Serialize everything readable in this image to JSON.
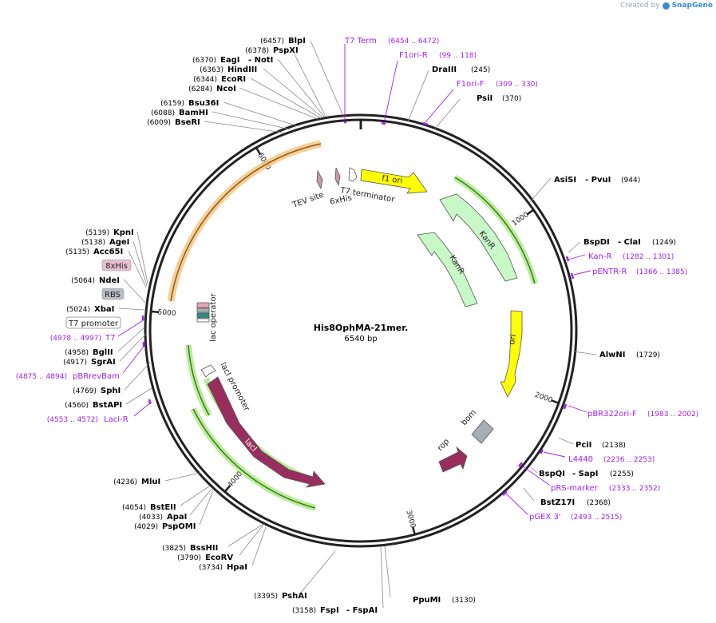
{
  "credit": {
    "prefix": "Created by",
    "brand": "SnapGene"
  },
  "plasmid": {
    "name": "His8OphMA-21mer.",
    "size_label": "6540 bp",
    "length": 6540
  },
  "colors": {
    "backbone": "#222222",
    "enzyme_text": "#000000",
    "primer": "#a020f0",
    "kanR": "#c8f7c8",
    "ori": "#ffff00",
    "lacI": "#992e5e",
    "rop": "#992e5e",
    "bom": "#a8acb4",
    "lacI_highlight": "#9ee07a",
    "orange_hl": "#f5a623"
  },
  "ruler": [
    {
      "bp": 1000,
      "label": "1000"
    },
    {
      "bp": 2000,
      "label": "2000"
    },
    {
      "bp": 3000,
      "label": "3000"
    },
    {
      "bp": 4000,
      "label": "4000"
    },
    {
      "bp": 5000,
      "label": "5000"
    },
    {
      "bp": 6000,
      "label": "6000"
    }
  ],
  "enzymes": [
    {
      "pos": "(6457)",
      "name": "BlpI"
    },
    {
      "pos": "(6378)",
      "name": "PspXI"
    },
    {
      "pos": "(6370)",
      "name": "EagI",
      "alt": "- NotI"
    },
    {
      "pos": "(6363)",
      "name": "HindIII"
    },
    {
      "pos": "(6344)",
      "name": "EcoRI"
    },
    {
      "pos": "(6284)",
      "name": "NcoI"
    },
    {
      "pos": "(6159)",
      "name": "Bsu36I"
    },
    {
      "pos": "(6088)",
      "name": "BamHI"
    },
    {
      "pos": "(6009)",
      "name": "BseRI"
    },
    {
      "name": "DraIII",
      "pos": "(245)"
    },
    {
      "name": "PsiI",
      "pos": "(370)"
    },
    {
      "name": "AsiSI",
      "alt": "- PvuI",
      "pos": "(944)"
    },
    {
      "name": "BspDI",
      "alt": "- ClaI",
      "pos": "(1249)"
    },
    {
      "name": "AlwNI",
      "pos": "(1729)"
    },
    {
      "name": "PciI",
      "pos": "(2138)"
    },
    {
      "name": "BspQI",
      "alt": "- SapI",
      "pos": "(2255)"
    },
    {
      "name": "BstZ17I",
      "pos": "(2368)"
    },
    {
      "name": "PpuMI",
      "pos": "(3130)"
    },
    {
      "name": "FspI",
      "alt": "- FspAI",
      "pos": "(3158)"
    },
    {
      "pos": "(3395)",
      "name": "PshAI"
    },
    {
      "pos": "(3825)",
      "name": "BssHII"
    },
    {
      "pos": "(3790)",
      "name": "EcoRV"
    },
    {
      "pos": "(3734)",
      "name": "HpaI"
    },
    {
      "pos": "(4236)",
      "name": "MluI"
    },
    {
      "pos": "(4054)",
      "name": "BstEII"
    },
    {
      "pos": "(4033)",
      "name": "ApaI"
    },
    {
      "pos": "(4029)",
      "name": "PspOMI"
    },
    {
      "pos": "(5139)",
      "name": "KpnI"
    },
    {
      "pos": "(5138)",
      "name": "AgeI"
    },
    {
      "pos": "(5135)",
      "name": "Acc65I"
    },
    {
      "pos": "(5064)",
      "name": "NdeI"
    },
    {
      "pos": "(5024)",
      "name": "XbaI"
    },
    {
      "pos": "(4958)",
      "name": "BglII"
    },
    {
      "pos": "(4917)",
      "name": "SgrAI"
    },
    {
      "pos": "(4769)",
      "name": "SphI"
    },
    {
      "pos": "(4560)",
      "name": "BstAPI"
    }
  ],
  "primers": [
    {
      "name": "T7 Term",
      "range": "(6454 .. 6472)"
    },
    {
      "name": "F1ori-R",
      "range": "(99 .. 118)"
    },
    {
      "name": "F1ori-F",
      "range": "(309 .. 330)"
    },
    {
      "name": "Kan-R",
      "range": "(1282 .. 1301)"
    },
    {
      "name": "pENTR-R",
      "range": "(1366 .. 1385)"
    },
    {
      "name": "pBR322ori-F",
      "range": "(1983 .. 2002)"
    },
    {
      "name": "L4440",
      "range": "(2236 .. 2253)"
    },
    {
      "name": "pRS-marker",
      "range": "(2333 .. 2352)"
    },
    {
      "name": "pGEX 3'",
      "range": "(2493 .. 2515)"
    },
    {
      "name": "T7",
      "range": "(4978 .. 4997)"
    },
    {
      "name": "pBRrevBam",
      "range": "(4875 .. 4894)"
    },
    {
      "name": "LacI-R",
      "range": "(4553 .. 4572)"
    }
  ],
  "boxed_features": [
    {
      "name": "8xHis"
    },
    {
      "name": "RBS"
    },
    {
      "name": "T7 promoter"
    }
  ],
  "features": [
    {
      "name": "f1 ori"
    },
    {
      "name": "T7 terminator"
    },
    {
      "name": "6xHis"
    },
    {
      "name": "TEV site"
    },
    {
      "name": "KanR"
    },
    {
      "name": "KanR"
    },
    {
      "name": "ori"
    },
    {
      "name": "bom"
    },
    {
      "name": "rop"
    },
    {
      "name": "lacI"
    },
    {
      "name": "lacI promoter"
    },
    {
      "name": "lac operator"
    }
  ]
}
